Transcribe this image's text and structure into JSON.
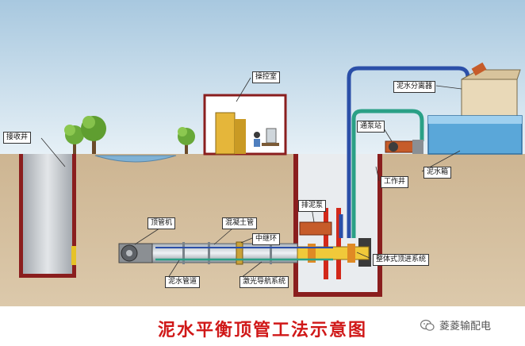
{
  "labels": {
    "receiving_shaft": "接收井",
    "control_room": "操控室",
    "mud_separator": "泥水分离器",
    "pump": "通泵站",
    "mud_tank": "泥水箱",
    "working_shaft": "工作井",
    "discharge_pump": "排泥泵",
    "tunnel_machine": "顶管机",
    "concrete_pipe": "混凝土管",
    "relay_ring": "中继环",
    "mud_pipe": "泥水管道",
    "laser_guide": "激光导航系统",
    "jacking_system": "整体式顶进系统"
  },
  "caption": "泥水平衡顶管工法示意图",
  "watermark": "菱菱输配电",
  "colors": {
    "sky": "#b9d6e8",
    "ground": "#c9b08e",
    "mud_pipe": "#2b4fa8",
    "water_pipe": "#2aa086",
    "shaft_wall": "#8a1e1e",
    "caption": "#d01818"
  }
}
